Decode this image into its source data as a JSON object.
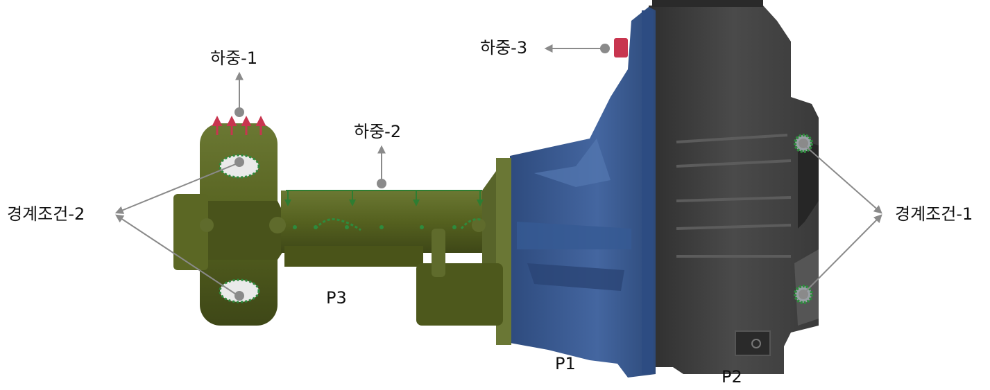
{
  "labels": {
    "load1": "하중-1",
    "load2": "하중-2",
    "load3": "하중-3",
    "bc1": "경계조건-1",
    "bc2": "경계조건-2",
    "p1": "P1",
    "p2": "P2",
    "p3": "P3"
  },
  "colors": {
    "p3_green": "#4f5a25",
    "p1_blue": "#3a5a92",
    "p2_gray": "#3f3f3f",
    "arrow_gray": "#8a8a8a",
    "load_red": "#c8354f",
    "constraint_green": "#2e8b3d"
  }
}
